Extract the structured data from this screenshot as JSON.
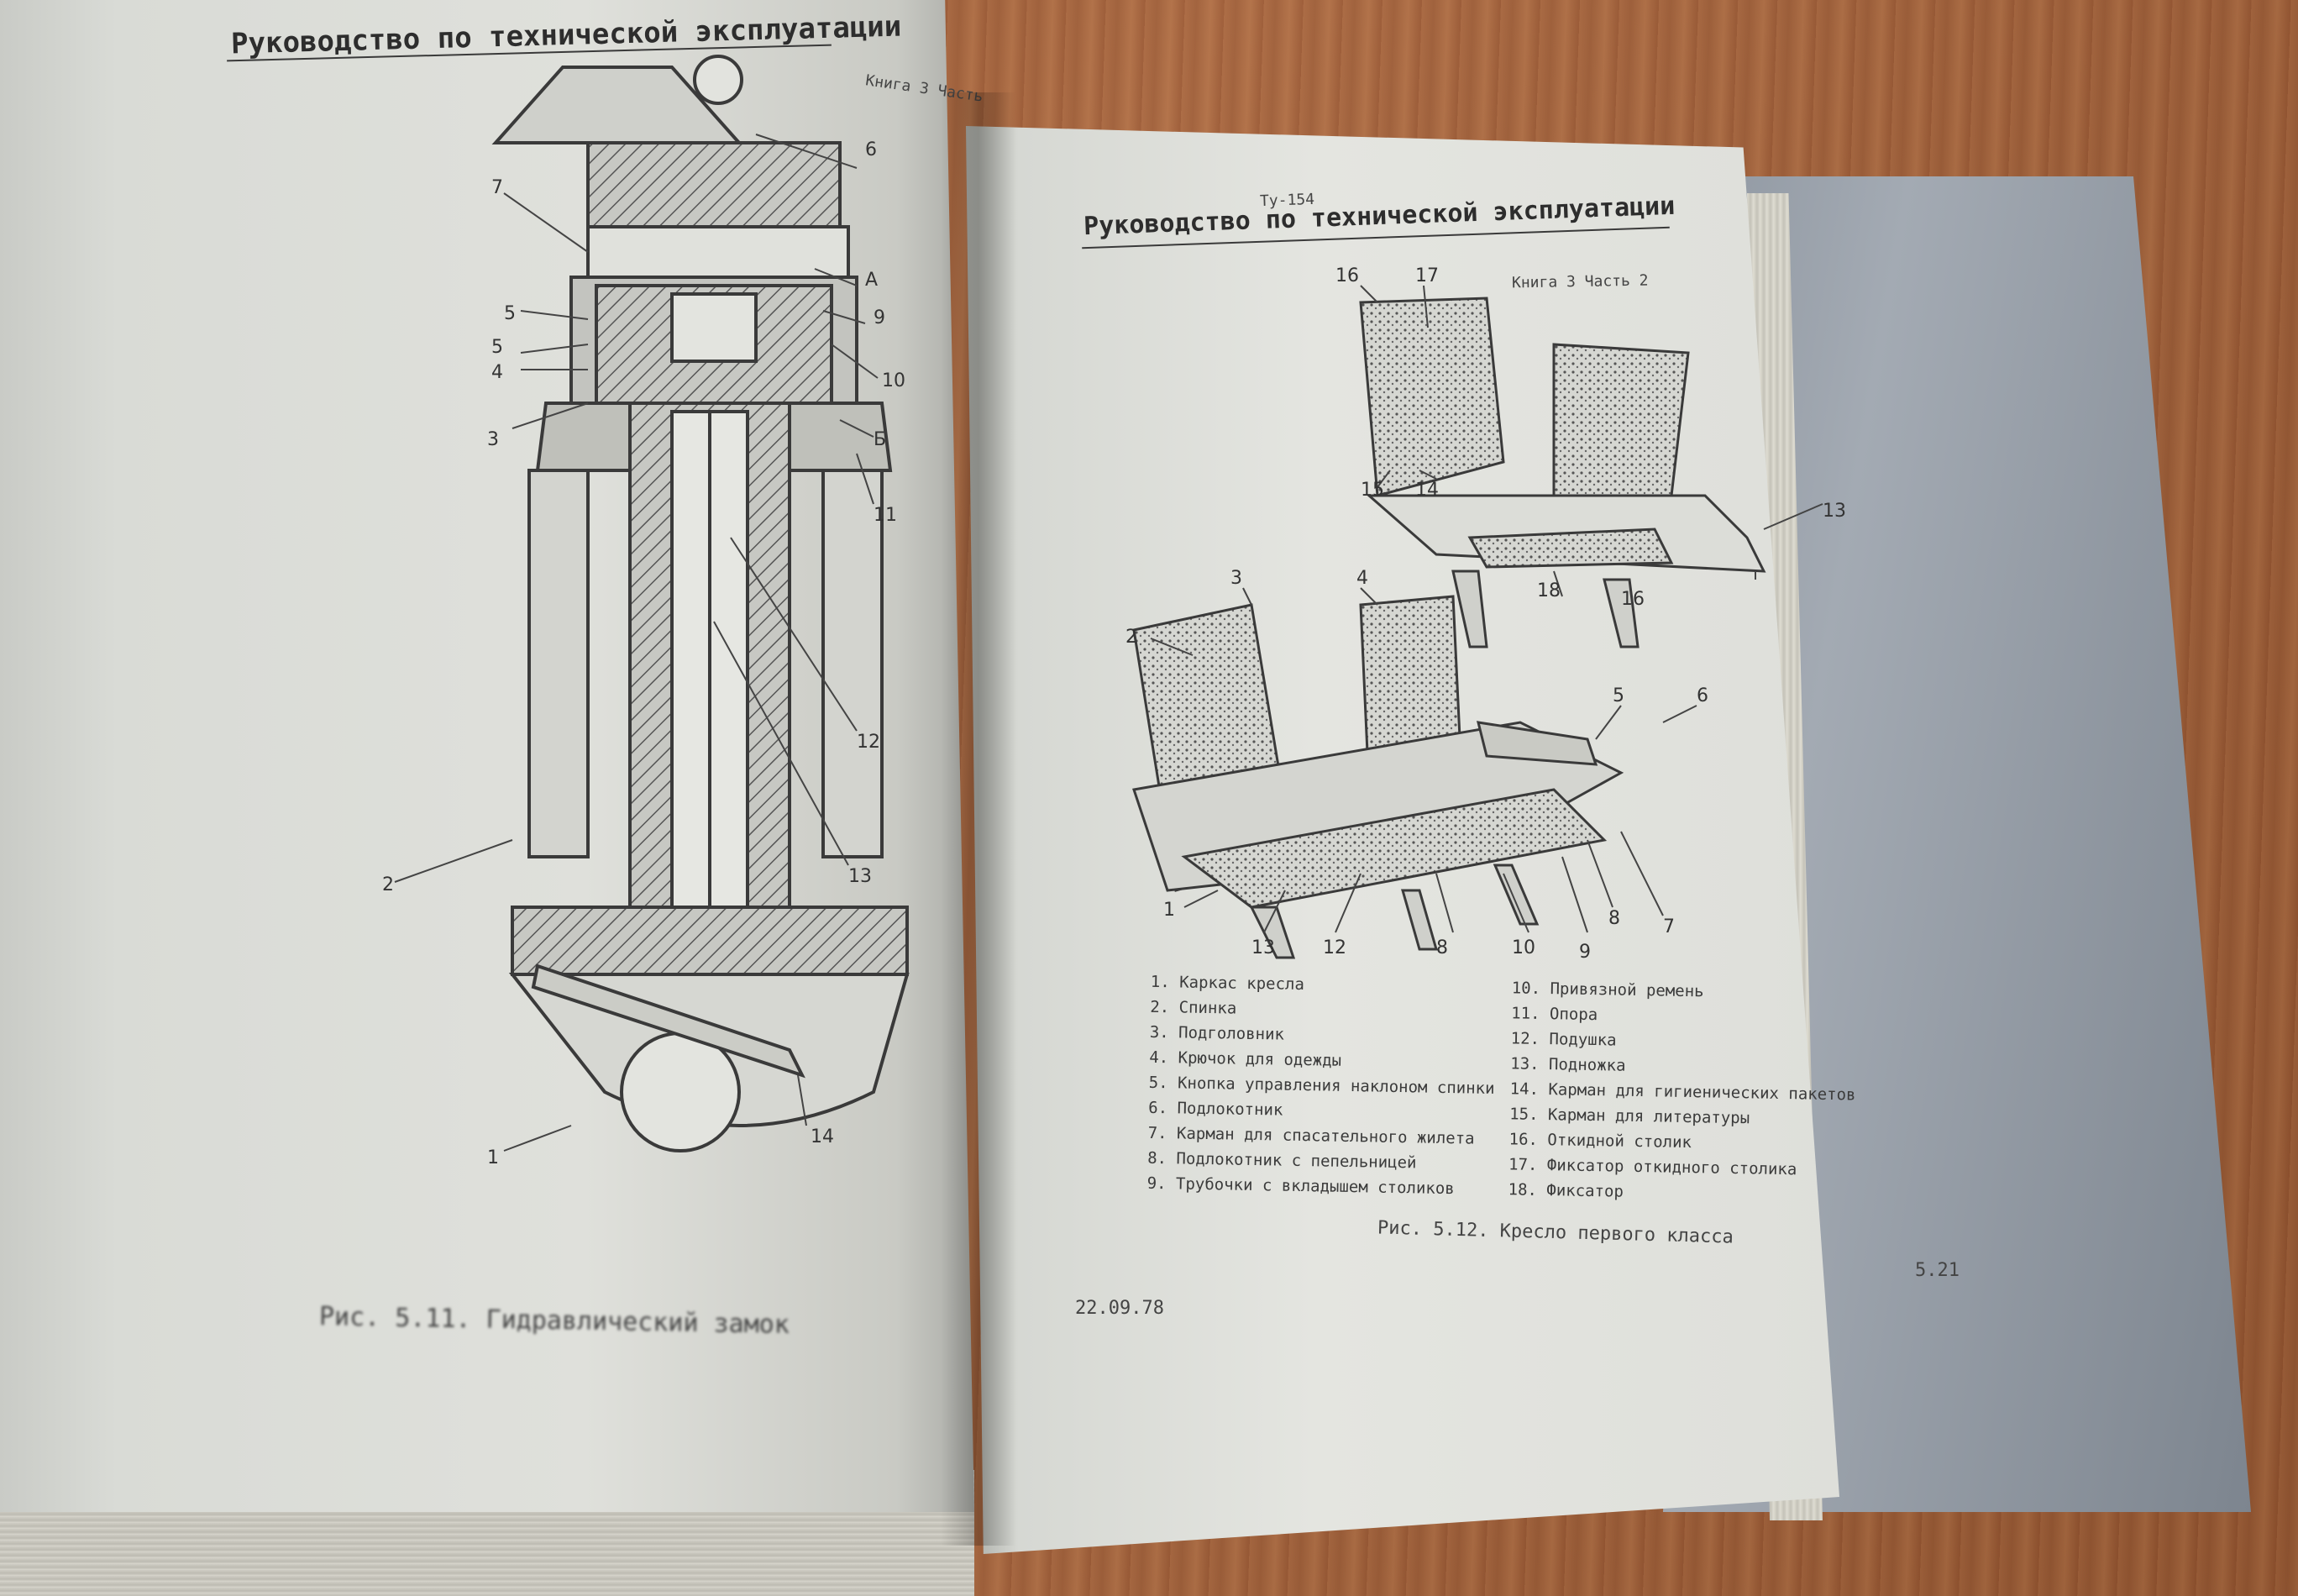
{
  "left_page": {
    "header": "Руководство по технической эксплуатации",
    "book_mark": "Книга 3  Часть",
    "callouts": [
      "6",
      "7",
      "A",
      "5",
      "9",
      "5",
      "4",
      "10",
      "3",
      "Б",
      "11",
      "12",
      "13",
      "2",
      "14",
      "1"
    ],
    "caption": "Рис. 5.11. Гидравлический замок"
  },
  "right_page": {
    "aircraft": "Ту-154",
    "header": "Руководство по технической эксплуатации",
    "book_mark": "Книга 3  Часть 2",
    "callouts_top": [
      "16",
      "17",
      "15",
      "14",
      "13",
      "18",
      "16"
    ],
    "callouts_bottom": [
      "3",
      "4",
      "2",
      "5",
      "6",
      "1",
      "13",
      "12",
      "8",
      "10",
      "9",
      "8",
      "7"
    ],
    "legend_left": [
      "1. Каркас кресла",
      "2. Спинка",
      "3. Подголовник",
      "4. Крючок для одежды",
      "5. Кнопка управления наклоном спинки",
      "6. Подлокотник",
      "7. Карман для спасательного жилета",
      "8. Подлокотник с пепельницей",
      "9. Трубочки с вкладышем столиков"
    ],
    "legend_right": [
      "10. Привязной ремень",
      "11. Опора",
      "12. Подушка",
      "13. Подножка",
      "14. Карман для гигиенических пакетов",
      "15. Карман для литературы",
      "16. Откидной столик",
      "17. Фиксатор откидного столика",
      "18. Фиксатор"
    ],
    "caption": "Рис. 5.12. Кресло первого класса",
    "date": "22.09.78",
    "page_number": "5.21"
  }
}
